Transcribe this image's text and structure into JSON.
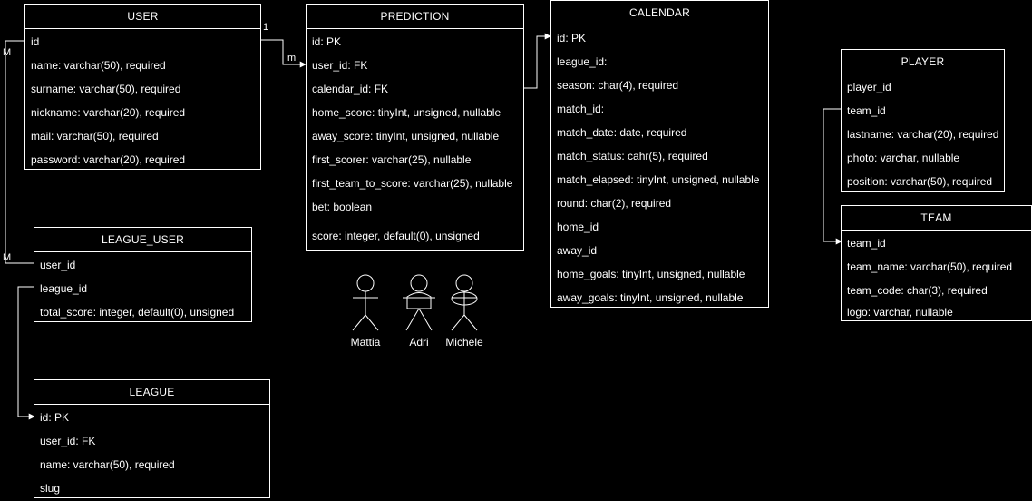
{
  "entities": {
    "user": {
      "title": "USER",
      "fields": [
        "id",
        "name: varchar(50), required",
        "surname: varchar(50), required",
        "nickname: varchar(20), required",
        "mail: varchar(50), required",
        "password: varchar(20), required"
      ]
    },
    "prediction": {
      "title": "PREDICTION",
      "fields": [
        "id: PK",
        "user_id: FK",
        "calendar_id: FK",
        "home_score: tinyInt, unsigned, nullable",
        "away_score: tinyInt, unsigned, nullable",
        "first_scorer: varchar(25), nullable",
        "first_team_to_score: varchar(25), nullable",
        "bet: boolean",
        "score: integer, default(0), unsigned"
      ]
    },
    "calendar": {
      "title": "CALENDAR",
      "fields": [
        "id: PK",
        "league_id:",
        "season: char(4), required",
        "match_id:",
        "match_date: date, required",
        "match_status: cahr(5), required",
        "match_elapsed: tinyInt, unsigned, nullable",
        "round: char(2), required",
        "home_id",
        "away_id",
        "home_goals: tinyInt, unsigned, nullable",
        "away_goals: tinyInt, unsigned, nullable"
      ]
    },
    "player": {
      "title": "PLAYER",
      "fields": [
        "player_id",
        "team_id",
        "lastname: varchar(20), required",
        "photo: varchar, nullable",
        "position: varchar(50), required"
      ]
    },
    "team": {
      "title": "TEAM",
      "fields": [
        "team_id",
        "team_name: varchar(50), required",
        "team_code: char(3), required",
        "logo: varchar, nullable"
      ]
    },
    "league_user": {
      "title": "LEAGUE_USER",
      "fields": [
        "user_id",
        "league_id",
        "total_score: integer, default(0), unsigned"
      ]
    },
    "league": {
      "title": "LEAGUE",
      "fields": [
        "id: PK",
        "user_id: FK",
        "name: varchar(50), required",
        "slug"
      ]
    }
  },
  "cardinalities": {
    "user_side": "M",
    "league_user_side": "M",
    "prediction_one": "1",
    "prediction_many": "m"
  },
  "actors": [
    "Mattia",
    "Adri",
    "Michele"
  ],
  "colors": {
    "background": "#000000",
    "stroke": "#ffffff"
  }
}
